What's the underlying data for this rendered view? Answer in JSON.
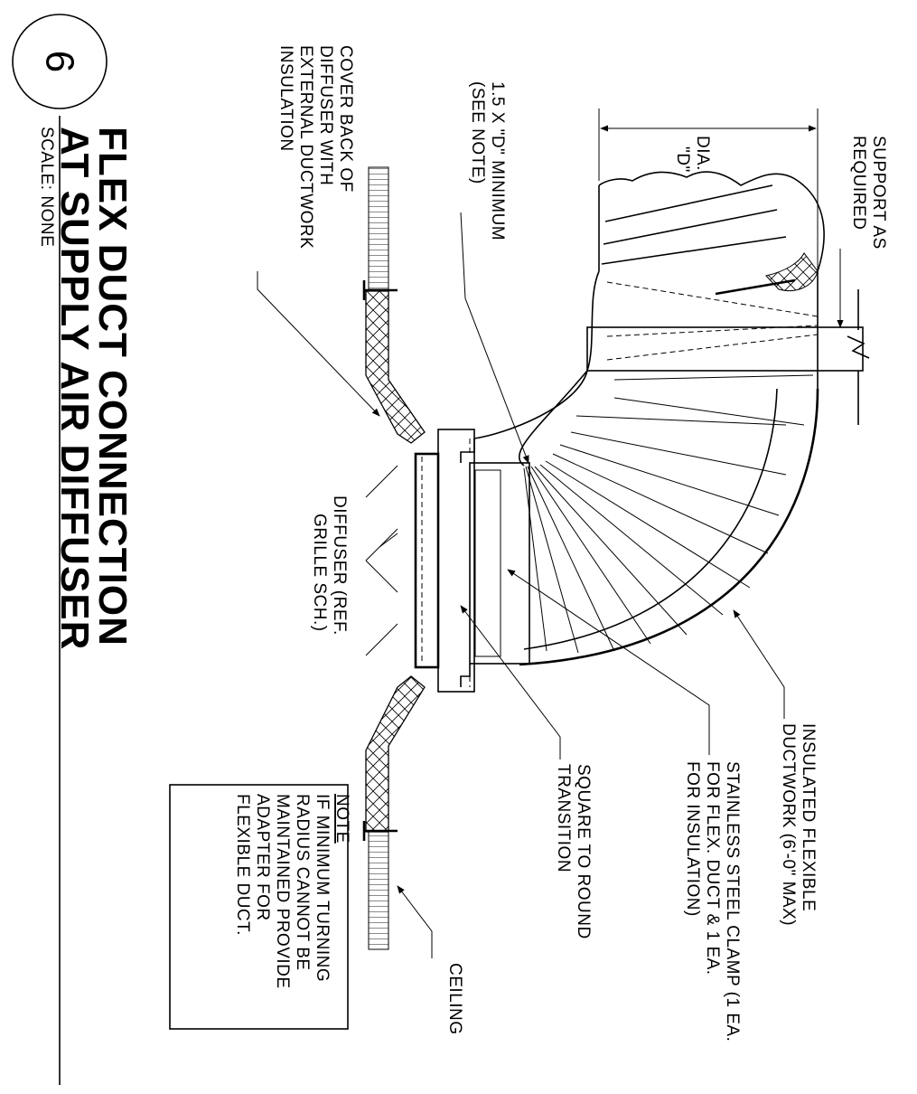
{
  "title": {
    "line1": "FLEX DUCT CONNECTION",
    "line2": "AT SUPPLY AIR DIFFUSER",
    "detail_number": "6",
    "scale": "SCALE: NONE"
  },
  "callouts": {
    "support": [
      "SUPPORT AS",
      "REQUIRED"
    ],
    "diameter": [
      "DIA.",
      "\"D\""
    ],
    "min_radius": [
      "1.5 X \"D\" MINIMUM",
      "(SEE NOTE)"
    ],
    "cover_back": [
      "COVER BACK OF",
      "DIFFUSER WITH",
      "EXTERNAL DUCTWORK",
      "INSULATION"
    ],
    "diffuser": [
      "DIFFUSER (REF.",
      "GRILLE SCH.)"
    ],
    "insulated_flex": [
      "INSULATED FLEXIBLE",
      "DUCTWORK (6'-0\" MAX)"
    ],
    "clamp": [
      "STAINLESS STEEL CLAMP (1 EA.",
      "FOR FLEX. DUCT & 1 EA.",
      "FOR INSULATION)"
    ],
    "transition": [
      "SQUARE TO ROUND",
      "TRANSITION"
    ],
    "ceiling": [
      "CEILING"
    ]
  },
  "note": {
    "heading": "NOTE",
    "lines": [
      "IF MINIMUM TURNING",
      "RADIUS CANNOT BE",
      "MAINTAINED PROVIDE",
      "ADAPTER FOR",
      "FLEXIBLE DUCT."
    ]
  }
}
